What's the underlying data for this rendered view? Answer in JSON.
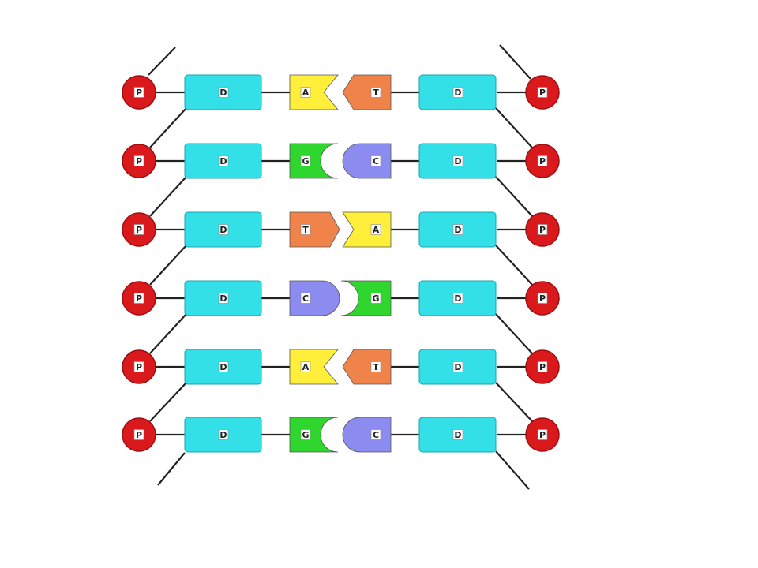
{
  "colors": {
    "phosphate": "#d9191c",
    "sugar": "#33e0e8",
    "A": "#ffef3a",
    "T": "#f0834a",
    "G": "#2ed62e",
    "C": "#8c8cf0",
    "backbone": "#222222",
    "label_bg": "#ffffff"
  },
  "labels": {
    "phosphate": "P",
    "sugar": "D"
  },
  "base_pairs": [
    {
      "left": "A",
      "right": "T"
    },
    {
      "left": "G",
      "right": "C"
    },
    {
      "left": "T",
      "right": "A"
    },
    {
      "left": "C",
      "right": "G"
    },
    {
      "left": "A",
      "right": "T"
    },
    {
      "left": "G",
      "right": "C"
    }
  ]
}
